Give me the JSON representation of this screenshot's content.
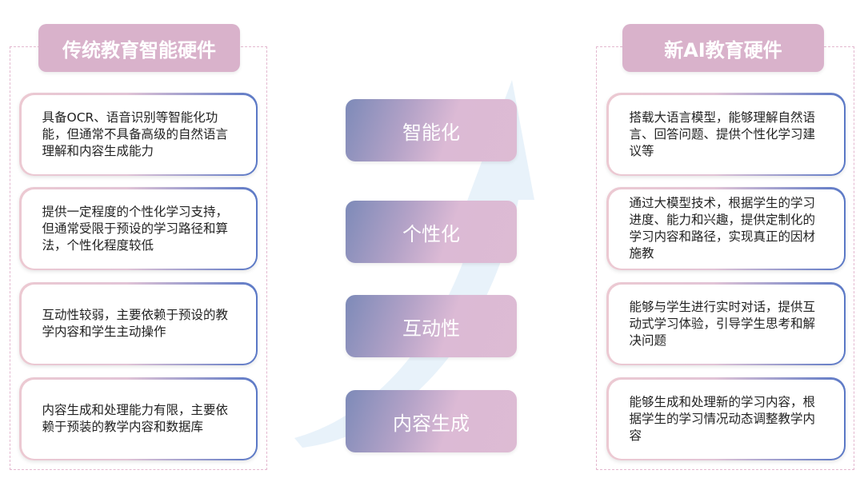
{
  "left": {
    "title": "传统教育智能硬件",
    "items": [
      "具备OCR、语音识别等智能化功能，但通常不具备高级的自然语言理解和内容生成能力",
      "提供一定程度的个性化学习支持，但通常受限于预设的学习路径和算法，个性化程度较低",
      "互动性较弱，主要依赖于预设的教学内容和学生主动操作",
      "内容生成和处理能力有限，主要依赖于预装的教学内容和数据库"
    ]
  },
  "center": {
    "items": [
      "智能化",
      "个性化",
      "互动性",
      "内容生成"
    ],
    "arrow_icon": "upward-curved-arrow"
  },
  "right": {
    "title": "新AI教育硬件",
    "items": [
      "搭载大语言模型，能够理解自然语言、回答问题、提供个性化学习建议等",
      "通过大模型技术，根据学生的学习进度、能力和兴趣，提供定制化的学习内容和路径，实现真正的因材施教",
      "能够与学生进行实时对话，提供互动式学习体验，引导学生思考和解决问题",
      "能够生成和处理新的学习内容，根据学生的学习情况动态调整教学内容"
    ]
  },
  "colors": {
    "header": "#d9b2cb",
    "border_blue": "#5a78c6",
    "arrow": "#e3eff9"
  }
}
